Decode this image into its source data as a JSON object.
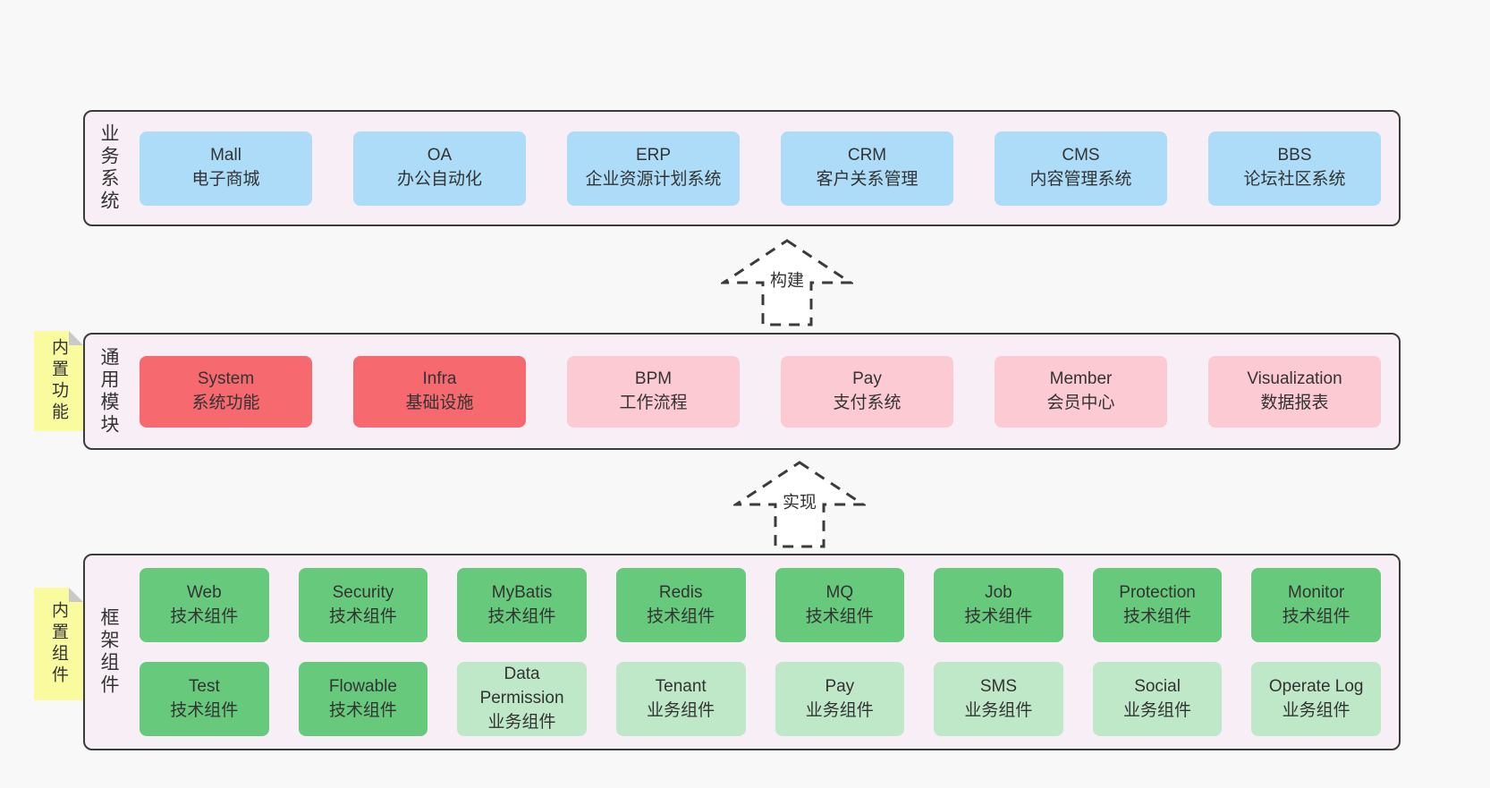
{
  "page": {
    "background": "#f8f8f8",
    "colors": {
      "band_background": "#f7eef6",
      "band_border": "#3b3b3b",
      "blue_box": "#addcf8",
      "red_box": "#f5696f",
      "pink_box": "#fbcad3",
      "green_box": "#66c97c",
      "green_light_box": "#bfe8c8",
      "sticky_note": "#fafa9e",
      "note_fold": "#c9c9c9",
      "text": "#333333"
    }
  },
  "arrows": [
    {
      "label": "构建"
    },
    {
      "label": "实现"
    }
  ],
  "bands": [
    {
      "label": "业务系统",
      "boxes": [
        {
          "title": "Mall",
          "subtitle": "电子商城",
          "variant": "blue"
        },
        {
          "title": "OA",
          "subtitle": "办公自动化",
          "variant": "blue"
        },
        {
          "title": "ERP",
          "subtitle": "企业资源计划系统",
          "variant": "blue"
        },
        {
          "title": "CRM",
          "subtitle": "客户关系管理",
          "variant": "blue"
        },
        {
          "title": "CMS",
          "subtitle": "内容管理系统",
          "variant": "blue"
        },
        {
          "title": "BBS",
          "subtitle": "论坛社区系统",
          "variant": "blue"
        }
      ]
    },
    {
      "label": "通用模块",
      "note": "内置功能",
      "boxes": [
        {
          "title": "System",
          "subtitle": "系统功能",
          "variant": "red"
        },
        {
          "title": "Infra",
          "subtitle": "基础设施",
          "variant": "red"
        },
        {
          "title": "BPM",
          "subtitle": "工作流程",
          "variant": "pink"
        },
        {
          "title": "Pay",
          "subtitle": "支付系统",
          "variant": "pink"
        },
        {
          "title": "Member",
          "subtitle": "会员中心",
          "variant": "pink"
        },
        {
          "title": "Visualization",
          "subtitle": "数据报表",
          "variant": "pink"
        }
      ]
    },
    {
      "label": "框架组件",
      "note": "内置组件",
      "rows": [
        [
          {
            "title": "Web",
            "subtitle": "技术组件",
            "variant": "green"
          },
          {
            "title": "Security",
            "subtitle": "技术组件",
            "variant": "green"
          },
          {
            "title": "MyBatis",
            "subtitle": "技术组件",
            "variant": "green"
          },
          {
            "title": "Redis",
            "subtitle": "技术组件",
            "variant": "green"
          },
          {
            "title": "MQ",
            "subtitle": "技术组件",
            "variant": "green"
          },
          {
            "title": "Job",
            "subtitle": "技术组件",
            "variant": "green"
          },
          {
            "title": "Protection",
            "subtitle": "技术组件",
            "variant": "green"
          },
          {
            "title": "Monitor",
            "subtitle": "技术组件",
            "variant": "green"
          }
        ],
        [
          {
            "title": "Test",
            "subtitle": "技术组件",
            "variant": "green"
          },
          {
            "title": "Flowable",
            "subtitle": "技术组件",
            "variant": "green"
          },
          {
            "title": "Data Permission",
            "subtitle": "业务组件",
            "variant": "green-light"
          },
          {
            "title": "Tenant",
            "subtitle": "业务组件",
            "variant": "green-light"
          },
          {
            "title": "Pay",
            "subtitle": "业务组件",
            "variant": "green-light"
          },
          {
            "title": "SMS",
            "subtitle": "业务组件",
            "variant": "green-light"
          },
          {
            "title": "Social",
            "subtitle": "业务组件",
            "variant": "green-light"
          },
          {
            "title": "Operate Log",
            "subtitle": "业务组件",
            "variant": "green-light"
          }
        ]
      ]
    }
  ]
}
